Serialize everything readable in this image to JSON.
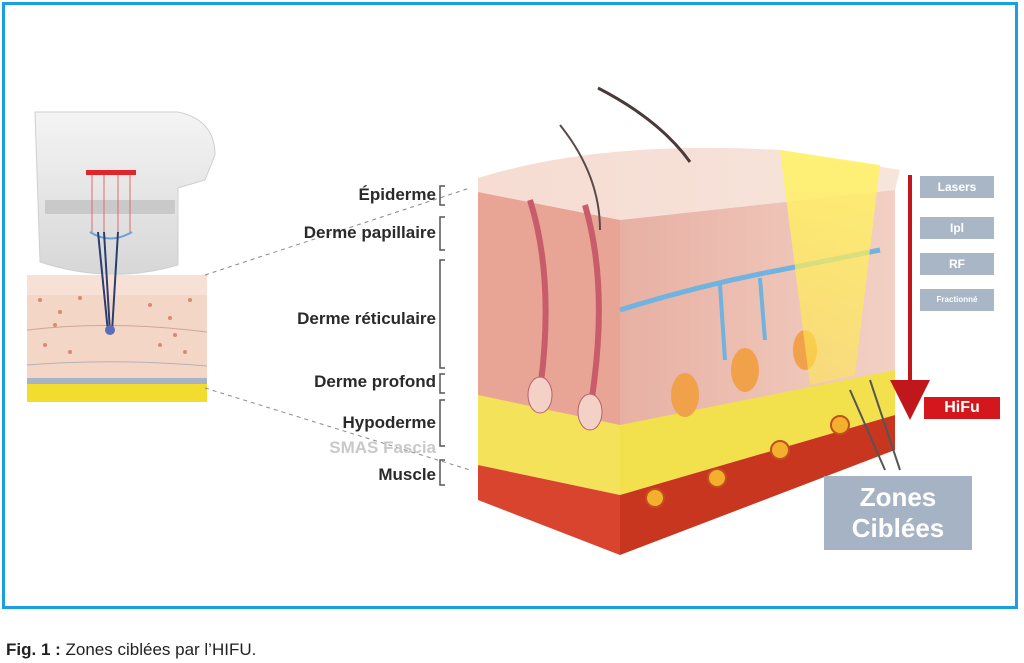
{
  "layers": {
    "epiderme": "Épiderme",
    "derme_papillaire": "Derme papillaire",
    "derme_reticulaire": "Derme réticulaire",
    "derme_profond": "Derme profond",
    "hypoderme": "Hypoderme",
    "smas": "SMAS Fascia",
    "muscle": "Muscle"
  },
  "technologies": [
    {
      "label": "Lasers"
    },
    {
      "label": "Ipl"
    },
    {
      "label": "RF"
    },
    {
      "label": "Fractionné"
    }
  ],
  "hifu_label": "HiFu",
  "zones_label": "Zones\nCiblées",
  "caption": {
    "prefix": "Fig. 1 :",
    "text": " Zones ciblées par l’HIFU."
  },
  "colors": {
    "frame": "#1aa0e0",
    "hifu_red": "#d4161d",
    "tag_grey": "#a9b6c6",
    "fat_yellow": "#f2e24a",
    "muscle_red": "#d9442f",
    "dermis_pink": "#f0b8a8"
  }
}
